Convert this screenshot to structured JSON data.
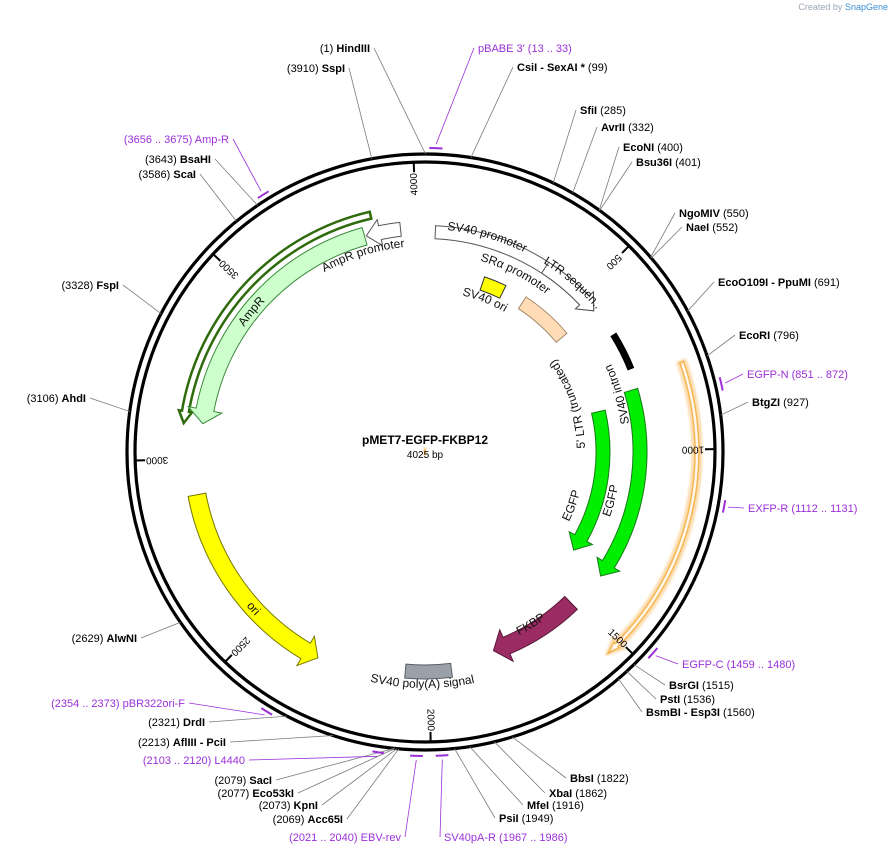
{
  "brand": {
    "created_by": "Created by",
    "app": "SnapGene"
  },
  "plasmid": {
    "name": "pMET7-EGFP-FKBP12",
    "length": "4025 bp",
    "total_bp": 4025
  },
  "ticks": [
    {
      "bp": 500,
      "label": "500"
    },
    {
      "bp": 1000,
      "label": "1000"
    },
    {
      "bp": 1500,
      "label": "1500"
    },
    {
      "bp": 2000,
      "label": "2000"
    },
    {
      "bp": 2500,
      "label": "2500"
    },
    {
      "bp": 3000,
      "label": "3000"
    },
    {
      "bp": 3500,
      "label": "3500"
    },
    {
      "bp": 4000,
      "label": "4000"
    }
  ],
  "sites": [
    {
      "bp": 1,
      "pos": "(1)",
      "name": "HindIII"
    },
    {
      "bp": 3910,
      "pos": "(3910)",
      "name": "SspI"
    },
    {
      "bp": 99,
      "pos": "(99)",
      "name": "CsiI  - SexAI *"
    },
    {
      "bp": 285,
      "pos": "(285)",
      "name": "SfiI"
    },
    {
      "bp": 332,
      "pos": "(332)",
      "name": "AvrII"
    },
    {
      "bp": 400,
      "pos": "(400)",
      "name": "EcoNI"
    },
    {
      "bp": 401,
      "pos": "(401)",
      "name": "Bsu36I"
    },
    {
      "bp": 550,
      "pos": "(550)",
      "name": "NgoMIV"
    },
    {
      "bp": 552,
      "pos": "(552)",
      "name": "NaeI"
    },
    {
      "bp": 691,
      "pos": "(691)",
      "name": "EcoO109I  - PpuMI"
    },
    {
      "bp": 796,
      "pos": "(796)",
      "name": "EcoRI"
    },
    {
      "bp": 927,
      "pos": "(927)",
      "name": "BtgZI"
    },
    {
      "bp": 1515,
      "pos": "(1515)",
      "name": "BsrGI"
    },
    {
      "bp": 1536,
      "pos": "(1536)",
      "name": "PstI"
    },
    {
      "bp": 1560,
      "pos": "(1560)",
      "name": "BsmBI  - Esp3I"
    },
    {
      "bp": 1822,
      "pos": "(1822)",
      "name": "BbsI"
    },
    {
      "bp": 1862,
      "pos": "(1862)",
      "name": "XbaI"
    },
    {
      "bp": 1916,
      "pos": "(1916)",
      "name": "MfeI"
    },
    {
      "bp": 1949,
      "pos": "(1949)",
      "name": "PsiI"
    },
    {
      "bp": 2069,
      "pos": "(2069)",
      "name": "Acc65I"
    },
    {
      "bp": 2073,
      "pos": "(2073)",
      "name": "KpnI"
    },
    {
      "bp": 2077,
      "pos": "(2077)",
      "name": "Eco53kI"
    },
    {
      "bp": 2079,
      "pos": "(2079)",
      "name": "SacI"
    },
    {
      "bp": 2213,
      "pos": "(2213)",
      "name": "AflIII  - PciI"
    },
    {
      "bp": 2321,
      "pos": "(2321)",
      "name": "DrdI"
    },
    {
      "bp": 2629,
      "pos": "(2629)",
      "name": "AlwNI"
    },
    {
      "bp": 3106,
      "pos": "(3106)",
      "name": "AhdI"
    },
    {
      "bp": 3328,
      "pos": "(3328)",
      "name": "FspI"
    },
    {
      "bp": 3586,
      "pos": "(3586)",
      "name": "ScaI"
    },
    {
      "bp": 3643,
      "pos": "(3643)",
      "name": "BsaHI"
    }
  ],
  "primers": [
    {
      "start": 13,
      "end": 33,
      "name": "pBABE 3'",
      "range": "(13 .. 33)"
    },
    {
      "start": 851,
      "end": 872,
      "name": "EGFP-N",
      "range": "(851 .. 872)"
    },
    {
      "start": 1112,
      "end": 1131,
      "name": "EXFP-R",
      "range": "(1112 .. 1131)"
    },
    {
      "start": 1459,
      "end": 1480,
      "name": "EGFP-C",
      "range": "(1459 .. 1480)"
    },
    {
      "start": 1967,
      "end": 1986,
      "name": "SV40pA-R",
      "range": "(1967 .. 1986)"
    },
    {
      "start": 2021,
      "end": 2040,
      "name": "EBV-rev",
      "range": "(2021 .. 2040)"
    },
    {
      "start": 2103,
      "end": 2120,
      "name": "L4440",
      "range": "(2103 .. 2120)"
    },
    {
      "start": 2354,
      "end": 2373,
      "name": "pBR322ori-F",
      "range": "(2354 .. 2373)"
    },
    {
      "start": 3656,
      "end": 3675,
      "name": "Amp-R",
      "range": "(3656 .. 3675)"
    }
  ],
  "features": [
    {
      "name": "SV40 promoter",
      "color": "#ffffff"
    },
    {
      "name": "LTR sequen...",
      "color": "#ffffff"
    },
    {
      "name": "SRα promoter",
      "color": "#ffffff"
    },
    {
      "name": "SV40 ori",
      "color": "#ffff00"
    },
    {
      "name": "5' LTR (truncated)",
      "color": "#ffdcb5"
    },
    {
      "name": "SV40 intron",
      "color": "#000000"
    },
    {
      "name": "EGFP",
      "color": "#00ee00"
    },
    {
      "name": "EGFP",
      "color": "#00ee00"
    },
    {
      "name": "FKBP",
      "color": "#9a2c63"
    },
    {
      "name": "SV40 poly(A) signal",
      "color": "#9aa1a9"
    },
    {
      "name": "ori",
      "color": "#ffff00"
    },
    {
      "name": "AmpR",
      "color": "#ccffcc"
    },
    {
      "name": "AmpR promoter",
      "color": "#ffffff"
    },
    {
      "name": "ORF",
      "color": "#f7b654"
    }
  ],
  "colors": {
    "backbone": "#000000",
    "primer": "#9b30d9",
    "leader": "#7a7a7a",
    "orf_outline": "#f7b654",
    "amp_orf": "#2f6b0d"
  }
}
